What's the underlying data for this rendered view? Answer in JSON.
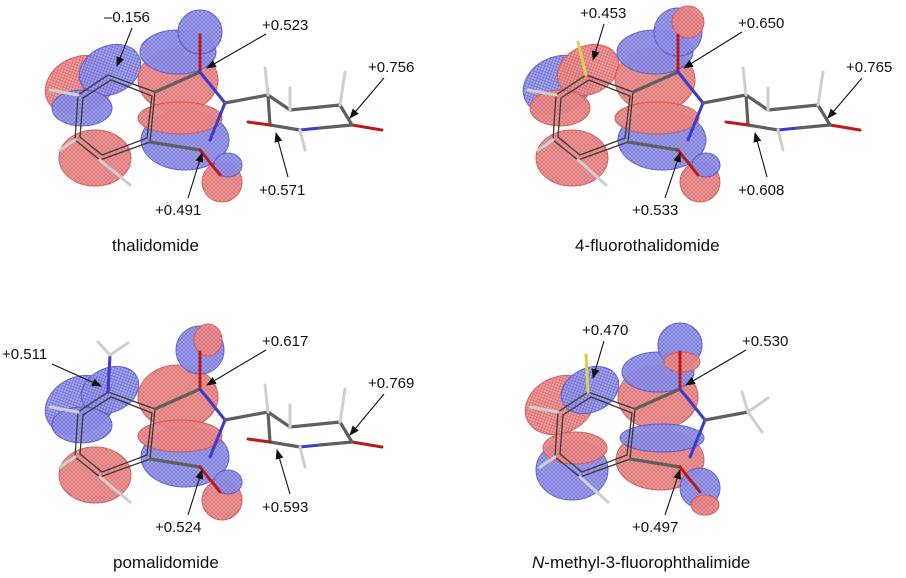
{
  "colors": {
    "positive_lobe": "#e26a6a",
    "negative_lobe": "#7a7ae8",
    "carbon": "#5f5f5f",
    "nitrogen": "#3b3bd0",
    "oxygen": "#c01818",
    "fluorine": "#d8cf55",
    "hydrogen": "#cfcfcf"
  },
  "panels": [
    {
      "name": "thalidomide",
      "name_prefix": "",
      "charges": [
        "–0.156",
        "+0.523",
        "+0.756",
        "+0.491",
        "+0.571"
      ]
    },
    {
      "name": "4-fluorothalidomide",
      "name_prefix": "",
      "charges": [
        "+0.453",
        "+0.650",
        "+0.765",
        "+0.533",
        "+0.608"
      ]
    },
    {
      "name": "pomalidomide",
      "name_prefix": "",
      "charges": [
        "+0.511",
        "+0.617",
        "+0.769",
        "+0.524",
        "+0.593"
      ]
    },
    {
      "name": "-methyl-3-fluorophthalimide",
      "name_prefix": "N",
      "charges": [
        "+0.470",
        "+0.530",
        "+0.497"
      ]
    }
  ]
}
